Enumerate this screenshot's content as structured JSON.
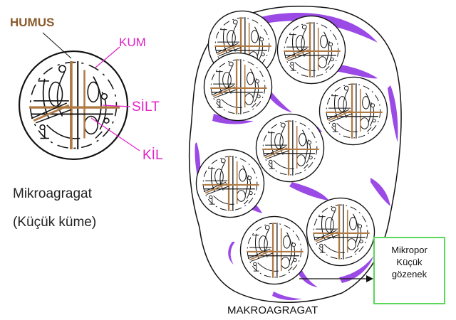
{
  "labels": {
    "humus": "HUMUS",
    "kum": "KUM",
    "silt": "SİLT",
    "kil": "KİL",
    "micro_line1": "Mikroagragat",
    "micro_line2": "(Küçük küme)",
    "macro": "MAKROAGRAGAT",
    "pore_line1": "Mikropor",
    "pore_line2": "Küçük",
    "pore_line3": "gözenek"
  },
  "colors": {
    "humus": "#8b5a2b",
    "label_accent": "#e020c8",
    "pore_box_border": "#5ad85a",
    "humus_fiber": "#b07a45",
    "purple_dots": "#8a2be2",
    "outline": "#111111"
  }
}
